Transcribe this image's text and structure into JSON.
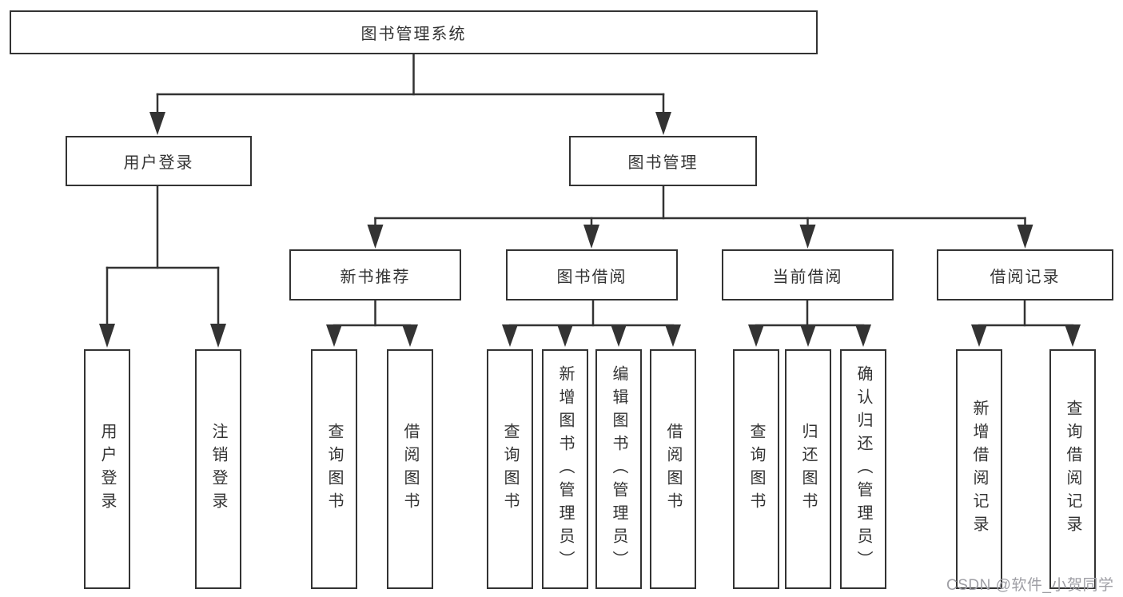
{
  "colors": {
    "line": "#333333",
    "text": "#333333",
    "background": "#ffffff",
    "watermark": "#9e9ea4"
  },
  "watermark": {
    "text": "CSDN @软件_小贺同学"
  },
  "tree": {
    "root": {
      "label": "图书管理系统"
    },
    "branches": [
      {
        "label": "用户登录",
        "children": [
          {
            "label": "用户登录"
          },
          {
            "label": "注销登录"
          }
        ]
      },
      {
        "label": "图书管理",
        "children": [
          {
            "label": "新书推荐",
            "children": [
              {
                "label": "查询图书"
              },
              {
                "label": "借阅图书"
              }
            ]
          },
          {
            "label": "图书借阅",
            "children": [
              {
                "label": "查询图书"
              },
              {
                "label": "新增图书（管理员）"
              },
              {
                "label": "编辑图书（管理员）"
              },
              {
                "label": "借阅图书"
              }
            ]
          },
          {
            "label": "当前借阅",
            "children": [
              {
                "label": "查询图书"
              },
              {
                "label": "归还图书"
              },
              {
                "label": "确认归还（管理员）"
              }
            ]
          },
          {
            "label": "借阅记录",
            "children": [
              {
                "label": "新增借阅记录"
              },
              {
                "label": "查询借阅记录"
              }
            ]
          }
        ]
      }
    ]
  }
}
